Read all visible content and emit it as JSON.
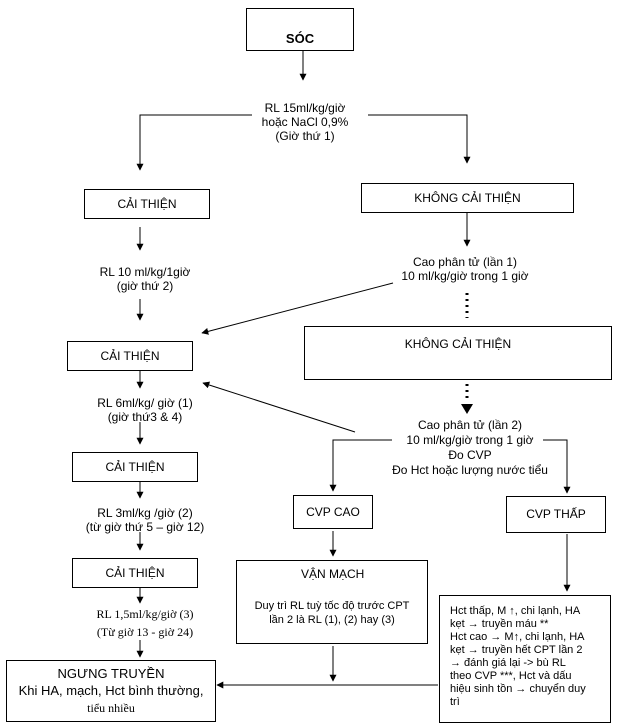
{
  "shock": "SÓC",
  "initial": {
    "line1": "RL 15ml/kg/giờ",
    "line2": "hoặc NaCl 0,9%",
    "line3": "(Giờ thứ 1)"
  },
  "left_branch": {
    "improved_1": "CẢI THIỆN",
    "fluid_1_line1": "RL 10 ml/kg/1giờ",
    "fluid_1_line2": "(giờ thứ 2)",
    "improved_2": "CẢI THIỆN",
    "fluid_2_line1": "RL 6ml/kg/ giờ  (1)",
    "fluid_2_line2": "(giờ thứ3 & 4)",
    "improved_3": "CẢI THIỆN",
    "fluid_3_line1": "RL 3ml/kg /giờ  (2)",
    "fluid_3_line2": "(từ giờ thứ 5 – giờ 12)",
    "improved_4": "CẢI THIỆN",
    "fluid_4_line1": "RL 1,5ml/kg/giờ  (3)",
    "fluid_4_line2": "(Từ giờ 13  - giờ 24)"
  },
  "right_branch": {
    "not_improved_1": "KHÔNG CẢI THIỆN",
    "colloid_1_line1": "Cao phân tử (lần 1)",
    "colloid_1_line2": "10 ml/kg/giờ trong 1 giờ",
    "not_improved_2": "KHÔNG CẢI THIỆN",
    "colloid_2_line1": "Cao phân tử (lần 2)",
    "colloid_2_line2": "10 ml/kg/giờ trong 1 giờ",
    "colloid_2_line3": "Đo CVP",
    "colloid_2_line4": "Đo Hct hoặc lượng nước tiểu"
  },
  "cvp_high": "CVP CAO",
  "cvp_low": "CVP THẤP",
  "vasopressor": {
    "title": "VẬN MẠCH",
    "line1": "Duy trì RL tuỳ tốc độ trước CPT",
    "line2": "lần 2 là RL (1), (2) hay (3)"
  },
  "low_cvp_detail": {
    "line1": "Hct thấp, M ↑, chi lạnh, HA",
    "line2": "kẹt → truyền máu **",
    "line3": "Hct cao → M↑, chi lạnh, HA",
    "line4": "kẹt → truyền hết CPT lần 2",
    "line5": "→ đánh giá lại   -> bù RL",
    "line6": "theo CVP ***, Hct và dấu",
    "line7": "hiệu sinh tồn → chuyển duy",
    "line8": "trì"
  },
  "stop": {
    "title": "NGƯNG TRUYỀN",
    "line1": "Khi HA, mạch, Hct bình thường,",
    "line2": "tiểu nhiều"
  }
}
